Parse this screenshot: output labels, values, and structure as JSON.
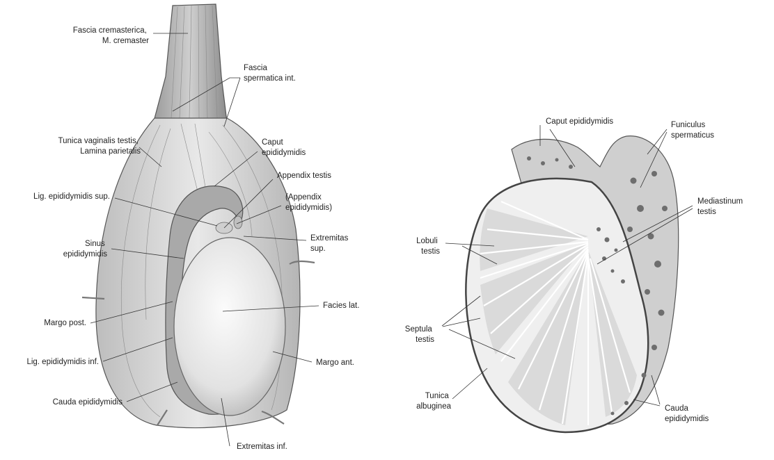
{
  "left_figure": {
    "labels": [
      {
        "id": "fascia_cremasterica",
        "lines": [
          "Fascia cremasterica,",
          "M. cremaster"
        ]
      },
      {
        "id": "fascia_spermatica",
        "lines": [
          "Fascia",
          "spermatica int."
        ]
      },
      {
        "id": "tunica_vaginalis",
        "lines": [
          "Tunica vaginalis testis,",
          "Lamina parietalis"
        ]
      },
      {
        "id": "caput_epididymidis_left",
        "lines": [
          "Caput",
          "epididymidis"
        ]
      },
      {
        "id": "appendix_testis",
        "lines": [
          "Appendix testis"
        ]
      },
      {
        "id": "lig_sup",
        "lines": [
          "Lig. epididymidis sup."
        ]
      },
      {
        "id": "appendix_epididymidis",
        "lines": [
          "(Appendix",
          "epididymidis)"
        ]
      },
      {
        "id": "extremitas_sup",
        "lines": [
          "Extremitas",
          "sup."
        ]
      },
      {
        "id": "sinus_epididymidis",
        "lines": [
          "Sinus",
          "epididymidis"
        ]
      },
      {
        "id": "facies_lat",
        "lines": [
          "Facies lat."
        ]
      },
      {
        "id": "margo_post",
        "lines": [
          "Margo post."
        ]
      },
      {
        "id": "lig_inf",
        "lines": [
          "Lig. epididymidis inf."
        ]
      },
      {
        "id": "margo_ant",
        "lines": [
          "Margo ant."
        ]
      },
      {
        "id": "cauda_epididymidis_left",
        "lines": [
          "Cauda epididymidis"
        ]
      },
      {
        "id": "extremitas_inf",
        "lines": [
          "Extremitas inf."
        ]
      }
    ]
  },
  "right_figure": {
    "labels": [
      {
        "id": "caput_epididymidis_right",
        "lines": [
          "Caput epididymidis"
        ]
      },
      {
        "id": "funiculus",
        "lines": [
          "Funiculus",
          "spermaticus"
        ]
      },
      {
        "id": "mediastinum",
        "lines": [
          "Mediastinum",
          "testis"
        ]
      },
      {
        "id": "lobuli",
        "lines": [
          "Lobuli",
          "testis"
        ]
      },
      {
        "id": "septula",
        "lines": [
          "Septula",
          "testis"
        ]
      },
      {
        "id": "tunica_albuginea",
        "lines": [
          "Tunica",
          "albuginea"
        ]
      },
      {
        "id": "cauda_epididymidis_right",
        "lines": [
          "Cauda",
          "epididymidis"
        ]
      }
    ]
  },
  "colors": {
    "ink": "#222222",
    "shade": "#d6d6d6",
    "light": "#f2f2f2"
  }
}
